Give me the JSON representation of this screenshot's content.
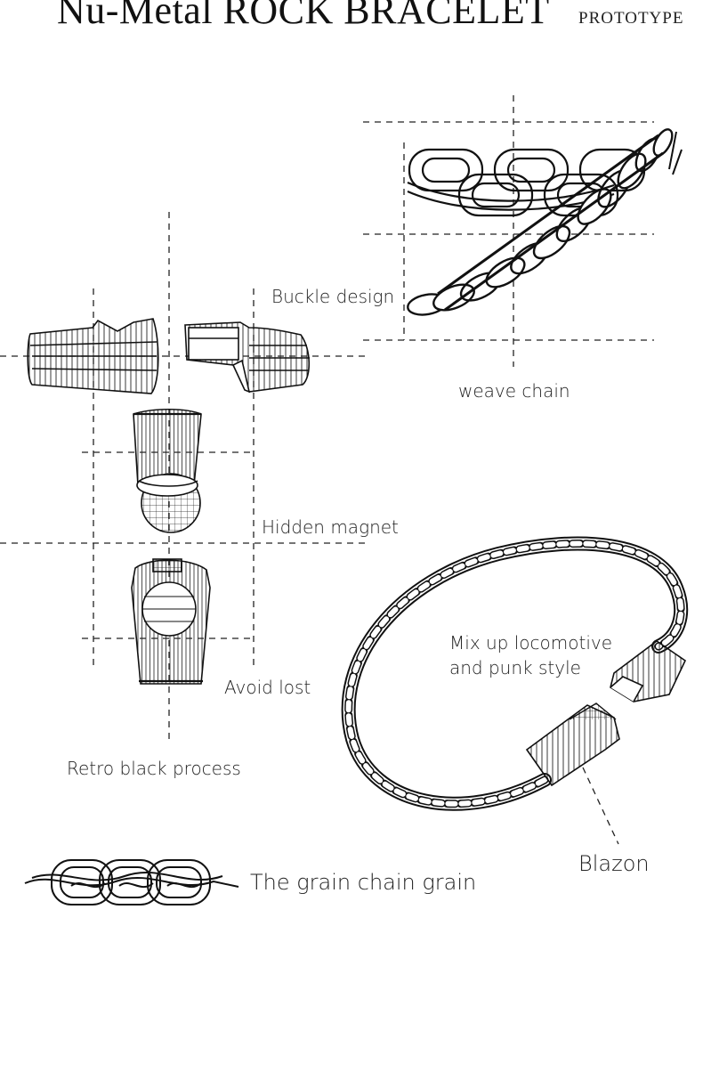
{
  "title": {
    "main": "Nu-Metal ROCK BRACELET",
    "sub": "PROTOTYPE"
  },
  "labels": {
    "buckle_design": "Buckle design",
    "weave_chain": "weave chain",
    "hidden_magnet": "Hidden magnet",
    "avoid_lost": "Avoid lost",
    "retro_black": "Retro black process",
    "mix_up_line1": "Mix up locomotive",
    "mix_up_line2": "and punk style",
    "blazon": "Blazon",
    "grain_chain": "The grain chain grain"
  },
  "colors": {
    "ink": "#111111",
    "guide": "#222222",
    "background": "#ffffff"
  }
}
